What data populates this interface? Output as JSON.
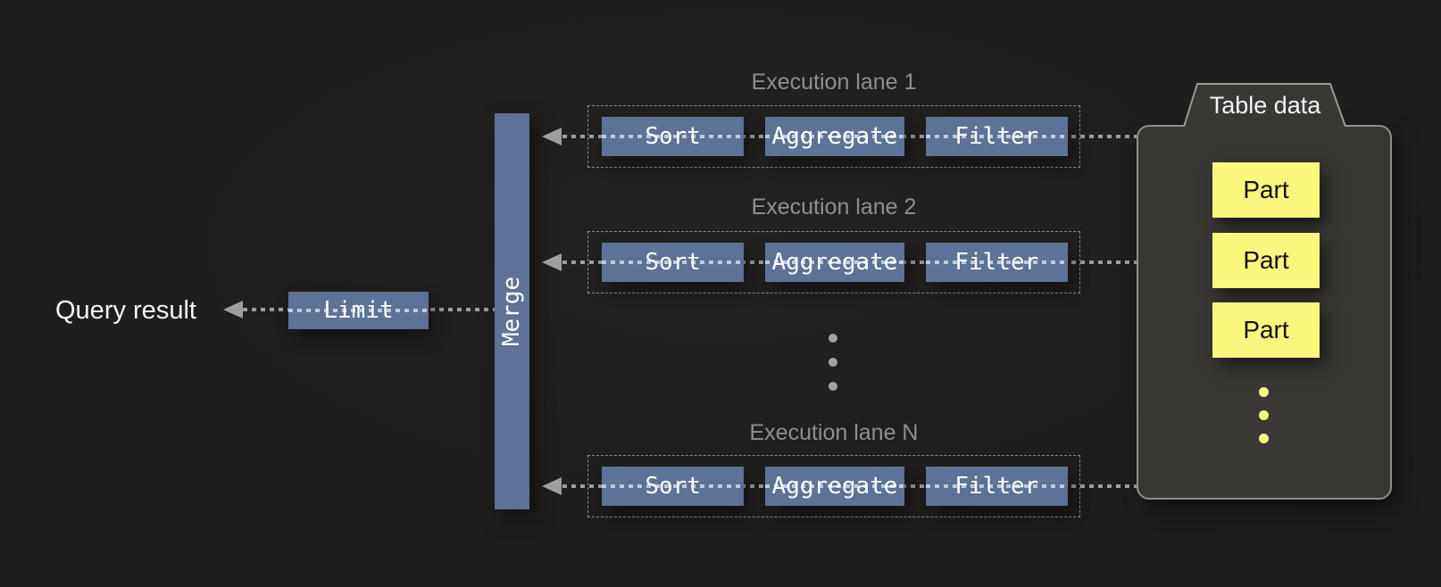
{
  "diagram": {
    "query_result_label": "Query result",
    "limit_label": "Limit",
    "merge_label": "Merge",
    "lanes": [
      {
        "title": "Execution lane 1",
        "operators": [
          "Sort",
          "Aggregate",
          "Filter"
        ]
      },
      {
        "title": "Execution lane 2",
        "operators": [
          "Sort",
          "Aggregate",
          "Filter"
        ]
      },
      {
        "title": "Execution lane N",
        "operators": [
          "Sort",
          "Aggregate",
          "Filter"
        ]
      }
    ],
    "table": {
      "title": "Table data",
      "parts": [
        "Part",
        "Part",
        "Part"
      ]
    },
    "colors": {
      "background": "#1d1c1a",
      "operator_blue": "#5d7296",
      "part_yellow": "#f8f77e",
      "container_fill": "#3a3835",
      "container_border": "#8f8f8f",
      "flow_line_gray": "#9e9e9e",
      "lane_title_gray": "#8f8f8f"
    }
  }
}
